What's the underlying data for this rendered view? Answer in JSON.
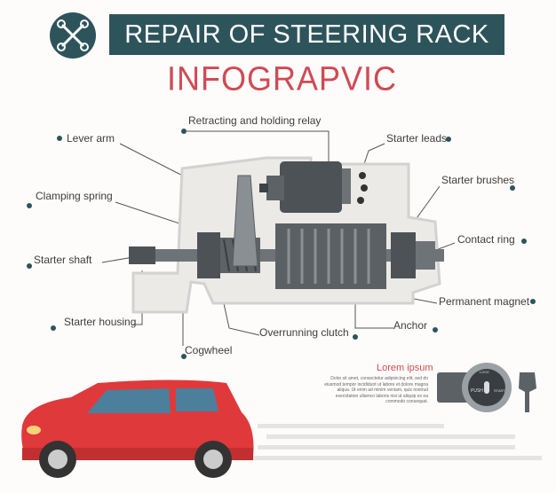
{
  "header": {
    "title": "REPAIR OF STEERING RACK",
    "subtitle": "INFOGRAPVIC",
    "logo_icon": "crossed-wrenches-icon"
  },
  "labels": {
    "relay": "Retracting and holding relay",
    "lever_arm": "Lever arm",
    "starter_leads": "Starter leads",
    "clamping_spring": "Clamping spring",
    "starter_brushes": "Starter brushes",
    "starter_shaft": "Starter shaft",
    "contact_ring": "Contact ring",
    "permanent_magnet": "Permanent magnet",
    "starter_housing": "Starter housing",
    "overrunning_clutch": "Overrunning clutch",
    "anchor": "Anchor",
    "cogwheel": "Cogwheel"
  },
  "info": {
    "title": "Lorem ipsum",
    "body": "Dolor sit amet, consectetur adipisicing elit, sed do eiusmod tempor incididunt ut labore et dolore magna aliqua. Ut enim ad minim veniam, quis nostrud exercitation ullamco laboris nisi ut aliquip ex ea commodo consequat.",
    "ignition": {
      "lock": "LOCK",
      "push": "PUSH",
      "start": "START"
    }
  },
  "colors": {
    "teal": "#2e545b",
    "accent": "#d04a55",
    "car": "#e0393b"
  }
}
